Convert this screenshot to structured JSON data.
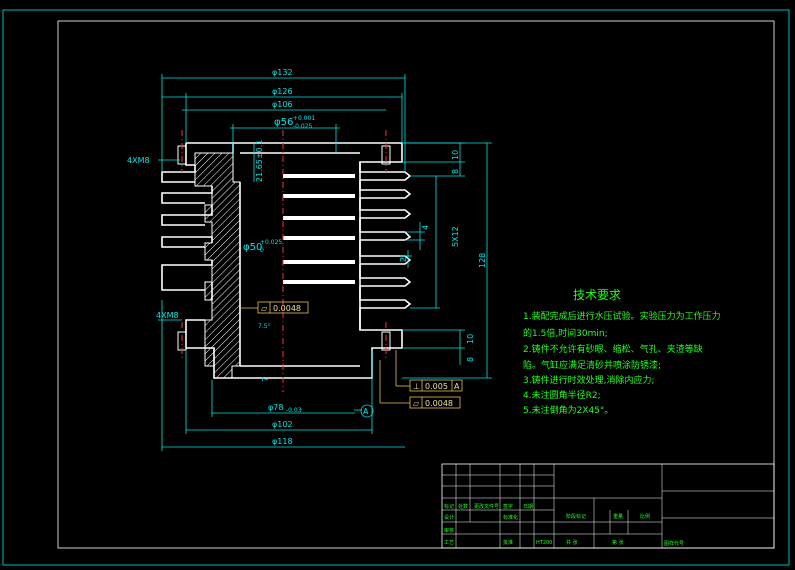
{
  "dimensions": {
    "d132": "φ132",
    "d126": "φ126",
    "d106": "φ106",
    "d56": "φ56",
    "d56_tol_up": "+0.001",
    "d56_tol_lo": "-0.025",
    "d50": "φ50",
    "d50_tol_up": "+0.025",
    "d50_tol_lo": "0",
    "d78": "φ78",
    "d78_tol": "-0.03",
    "d102": "φ102",
    "d118": "φ118",
    "bolt_top": "4XM8",
    "bolt_bot": "4XM8",
    "d21": "21.65±0.1",
    "v10_top": "10",
    "v8": "8",
    "v5x12": "5X12",
    "v4": "4",
    "v2": "2",
    "v128": "128",
    "v10_bot": "10",
    "v8_bot": "8",
    "v7": "7",
    "angle": "7.5°"
  },
  "tolerances": {
    "flat1": "0.0048",
    "flat2": "0.0048",
    "perp_value": "0.005",
    "perp_datum": "A",
    "datum_label": "A"
  },
  "tech": {
    "title": "技术要求",
    "lines": [
      "1.装配完成后进行水压试验。实验压力为工作压力",
      "的1.5倍,时间30min;",
      "2.铸件不允许有砂眼、缩松、气孔、夹渣等缺",
      "陷。气缸应满足清砂并喷涂防锈漆;",
      "3.铸件进行时效处理,消除内应力;",
      "4.未注圆角半径R2;",
      "5.未注倒角为2X45°。"
    ]
  },
  "titleblock": {
    "c1": "标记",
    "c2": "处数",
    "c3": "更改文件号",
    "c4": "签字",
    "c5": "日期",
    "r1": "设计",
    "r2": "审核",
    "r3": "工艺",
    "std": "标准化",
    "approve": "批准",
    "stage": "阶段标记",
    "weight": "重量",
    "scale": "比例",
    "sheets": "共 张",
    "sheet": "第 张",
    "mat": "HT200",
    "tb_code": "图样代号"
  },
  "colors": {
    "cyan": "#00e5e5",
    "red": "#ff3030",
    "green": "#20ff20",
    "white": "#ffffff",
    "background": "#000000"
  }
}
